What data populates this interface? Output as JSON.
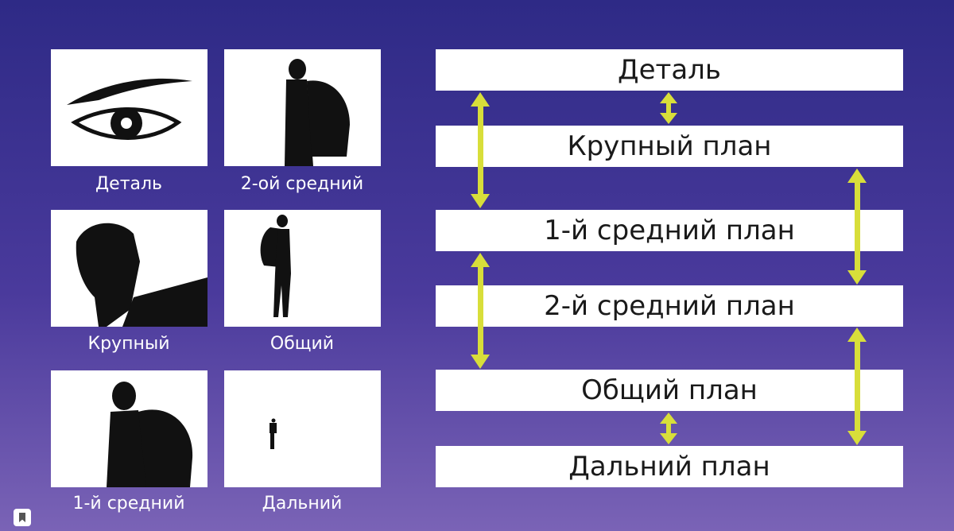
{
  "tiles": [
    {
      "caption": "Деталь",
      "icon": "eye-closeup-icon"
    },
    {
      "caption": "2-ой средний",
      "icon": "hiker-waist-shot-icon"
    },
    {
      "caption": "Крупный",
      "icon": "head-closeup-icon"
    },
    {
      "caption": "Общий",
      "icon": "hiker-full-body-icon"
    },
    {
      "caption": "1-й средний",
      "icon": "hiker-chest-shot-icon"
    },
    {
      "caption": "Дальний",
      "icon": "hiker-tiny-distant-icon"
    }
  ],
  "scale": [
    "Деталь",
    "Крупный план",
    "1-й средний план",
    "2-й средний план",
    "Общий план",
    "Дальний план"
  ],
  "colors": {
    "background_top": "#2e2a86",
    "background_bottom": "#7a63b6",
    "arrow": "#d8de3a",
    "silhouette": "#111111"
  }
}
